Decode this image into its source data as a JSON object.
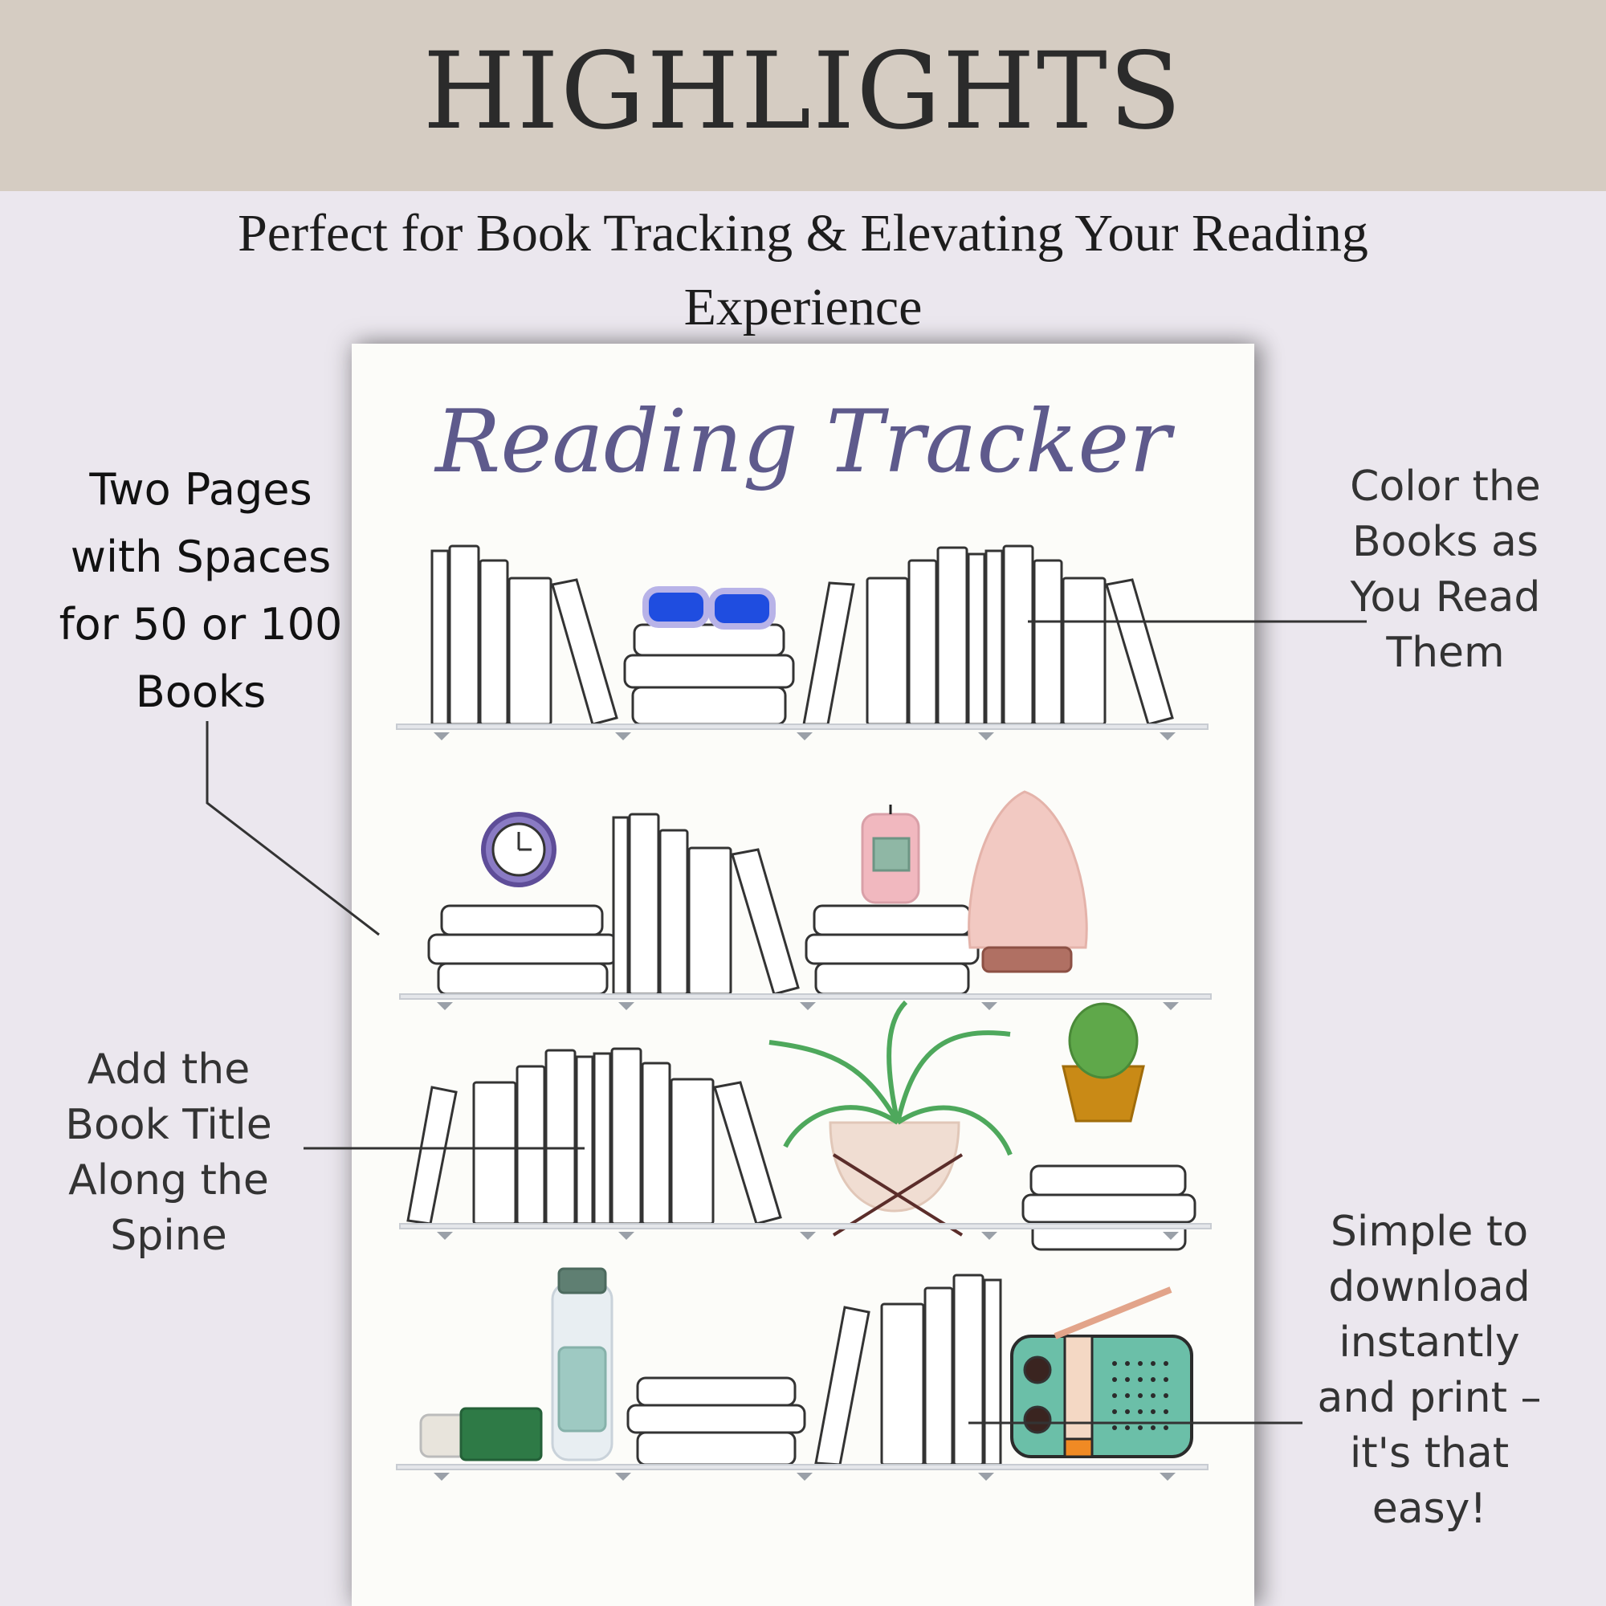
{
  "banner": {
    "title": "HIGHLIGHTS"
  },
  "subtitle": "Perfect for Book Tracking & Elevating Your Reading Experience",
  "sheet": {
    "title": "Reading Tracker"
  },
  "callouts": [
    "Two Pages with Spaces for 50 or 100 Books",
    "Color the Books as You Read Them",
    "Add the Book Title Along the Spine",
    "Simple to download instantly and print – it's that easy!"
  ],
  "colors": {
    "banner": "#d5ccc2",
    "background": "#ebe7ee",
    "sheet": "#fcfcf9",
    "title_script": "#5e5a8c"
  }
}
